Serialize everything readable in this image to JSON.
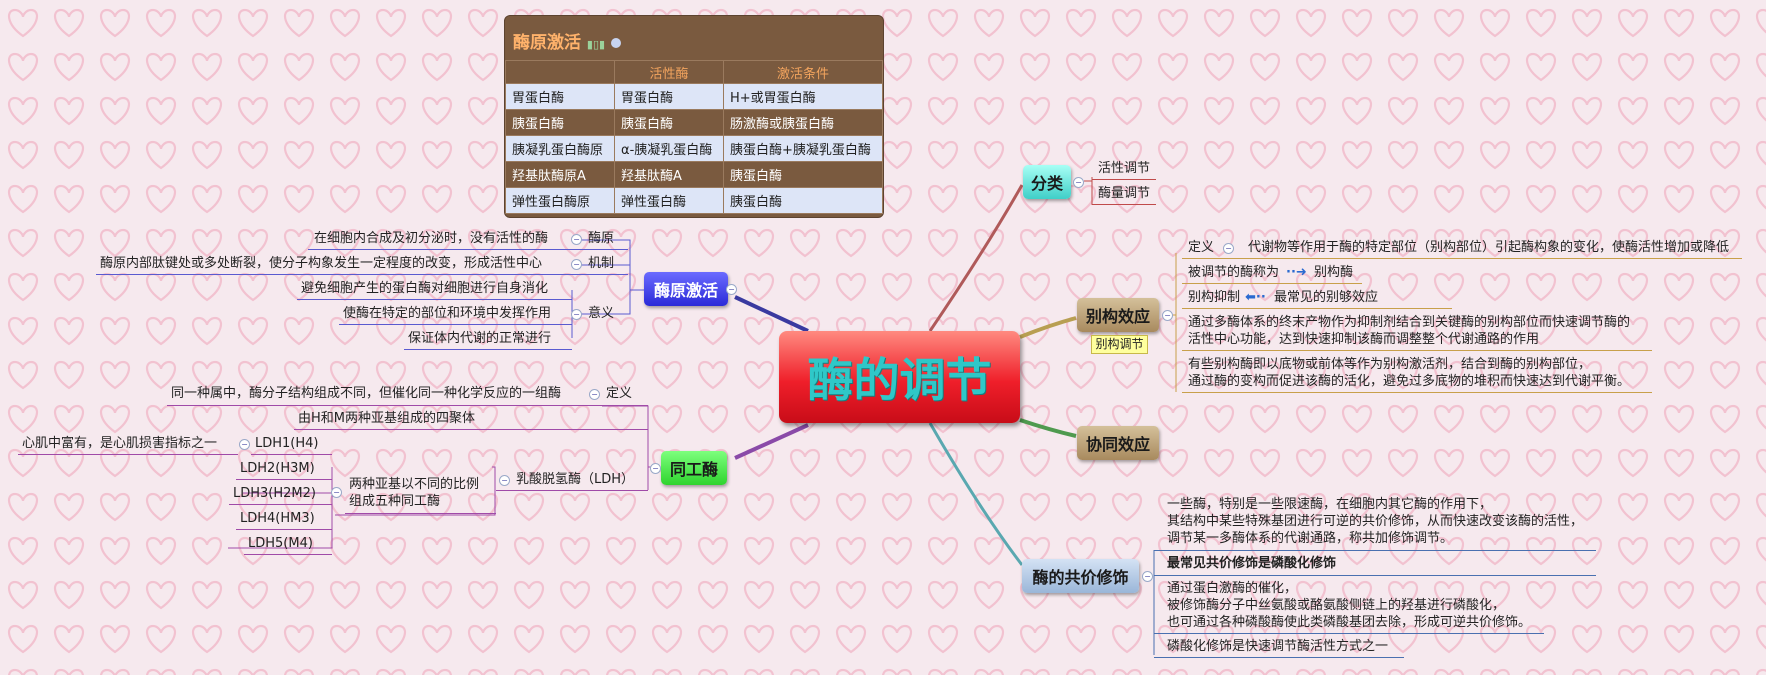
{
  "central": {
    "title": "酶的调节"
  },
  "table": {
    "title": "酶原激活",
    "headers": [
      "",
      "活性酶",
      "激活条件"
    ],
    "rows": [
      [
        "胃蛋白酶",
        "胃蛋白酶",
        "H+或胃蛋白酶"
      ],
      [
        "胰蛋白酶",
        "胰蛋白酶",
        "肠激酶或胰蛋白酶"
      ],
      [
        "胰凝乳蛋白酶原",
        "α-胰凝乳蛋白酶",
        "胰蛋白酶+胰凝乳蛋白酶"
      ],
      [
        "羟基肽酶原A",
        "羟基肽酶A",
        "胰蛋白酶"
      ],
      [
        "弹性蛋白酶原",
        "弹性蛋白酶",
        "胰蛋白酶"
      ]
    ]
  },
  "zymogen": {
    "label": "酶原激活",
    "items": [
      {
        "label": "酶原",
        "text": "在细胞内合成及初分泌时，没有活性的酶"
      },
      {
        "label": "机制",
        "text": "酶原内部肽键处或多处断裂，使分子构象发生一定程度的改变，形成活性中心"
      },
      {
        "label": "意义",
        "texts": [
          "避免细胞产生的蛋白酶对细胞进行自身消化",
          "使酶在特定的部位和环境中发挥作用",
          "保证体内代谢的正常进行"
        ]
      }
    ]
  },
  "isozyme": {
    "label": "同工酶",
    "definition_label": "定义",
    "definition": "同一种属中，酶分子结构组成不同，但催化同一种化学反应的一组酶",
    "ldh_label": "乳酸脱氢酶（LDH）",
    "ldh_desc": "由H和M两种亚基组成的四聚体",
    "ldh_sub_label_1": "两种亚基以不同的比例",
    "ldh_sub_label_2": "组成五种同工酶",
    "ldh_types": [
      "LDH1(H4)",
      "LDH2(H3M)",
      "LDH3(H2M2)",
      "LDH4(HM3)",
      "LDH5(M4)"
    ],
    "ldh1_note": "心肌中富有，是心肌损害指标之一"
  },
  "classification": {
    "label": "分类",
    "items": [
      "活性调节",
      "酶量调节"
    ]
  },
  "allosteric": {
    "label": "别构效应",
    "tag": "别构调节",
    "definition_label": "定义",
    "definition": "代谢物等作用于酶的特定部位（别构部位）引起酶构象的变化，使酶活性增加或降低",
    "enzyme_prefix": "被调节的酶称为",
    "enzyme_name": "别构酶",
    "inhibition_label": "别构抑制",
    "inhibition_desc": "最常见的别够效应",
    "inhibition_detail_1": "通过多酶体系的终末产物作为抑制剂结合到关键酶的别构部位而快速调节酶的",
    "inhibition_detail_2": "活性中心功能，达到快速抑制该酶而调整整个代谢通路的作用",
    "activation_1": "有些别构酶即以底物或前体等作为别构激活剂，结合到酶的别构部位，",
    "activation_2": "通过酶的变构而促进该酶的活化，避免过多底物的堆积而快速达到代谢平衡。"
  },
  "cooperative": {
    "label": "协同效应"
  },
  "covalent": {
    "label": "酶的共价修饰",
    "desc_1": "一些酶，特别是一些限速酶，在细胞内其它酶的作用下，",
    "desc_2": "其结构中某些特殊基团进行可逆的共价修饰，从而快速改变该酶的活性，",
    "desc_3": "调节某一多酶体系的代谢通路，称共加修饰调节。",
    "common": "最常见共价修饰是磷酸化修饰",
    "detail_1": "通过蛋白激酶的催化，",
    "detail_2": "被修饰酶分子中丝氨酸或酪氨酸侧链上的羟基进行磷酸化，",
    "detail_3": "也可通过各种磷酸酶使此类磷酸基团去除，形成可逆共价修饰。",
    "fast": "磷酸化修饰是快速调节酶活性方式之一"
  },
  "colors": {
    "center_fill": "#ef1f2a",
    "center_text": "#2fc8c8",
    "zymogen_fill": "#2f2fe0",
    "isozyme_fill": "#3fd83f",
    "classification_fill": "#5fd8d0",
    "allosteric_fill": "#a88a5e",
    "cooperative_fill": "#a88a5e",
    "covalent_fill": "#a8c0dc",
    "table_bg": "#7a5a3f"
  },
  "icons": [
    "chart-icon",
    "info-icon",
    "dotted-arrow-icon"
  ]
}
